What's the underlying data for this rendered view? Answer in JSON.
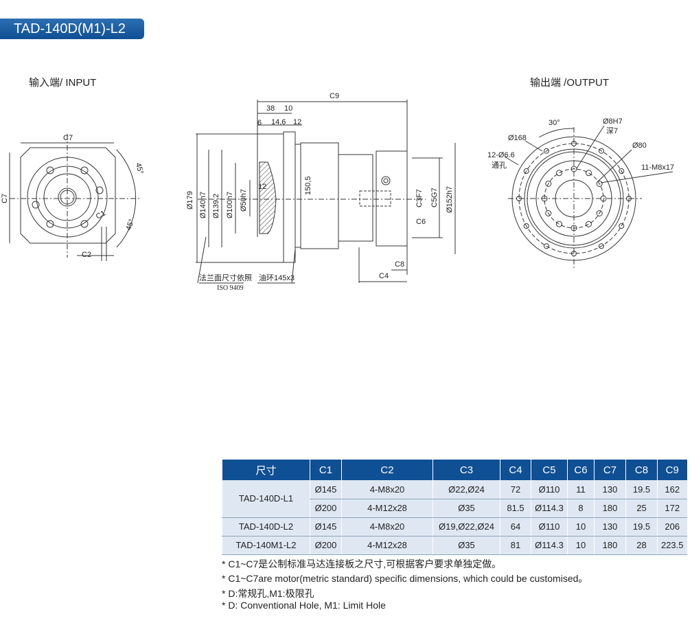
{
  "title": "TAD-140D(M1)-L2",
  "input": {
    "heading": "输入端/ INPUT",
    "labels": {
      "c7_top": "C7",
      "c7_side": "C7",
      "c1": "C1",
      "c2": "C2",
      "angle1": "45°",
      "angle2": "45°"
    }
  },
  "output": {
    "heading": "输出端 /OUTPUT",
    "labels": {
      "angle": "30°",
      "pin": "Ø8H7",
      "pin_depth": "深7",
      "pcd": "Ø168",
      "holes": "12-Ø6.6",
      "holes_note": "通孔",
      "bore": "Ø80",
      "tapped": "11-M8x17"
    }
  },
  "side": {
    "labels": {
      "c9": "C9",
      "d38": "38",
      "d10": "10",
      "d6": "6",
      "d146": "14,6",
      "d12": "12",
      "d179": "Ø179",
      "d140": "Ø140h7",
      "d1392": "Ø139,2",
      "d100": "Ø100h7",
      "d50": "Ø50h7",
      "d12b": "12",
      "d1505": "150,5",
      "c3": "C3F7",
      "c5": "C5G7",
      "d152": "Ø152h7",
      "c6": "C6",
      "c8": "C8",
      "c4": "C4",
      "flange_note": "法兰面尺寸依照",
      "iso": "ISO 9409",
      "oring": "油环145x3"
    }
  },
  "table": {
    "headers": [
      "尺寸",
      "C1",
      "C2",
      "C3",
      "C4",
      "C5",
      "C6",
      "C7",
      "C8",
      "C9"
    ],
    "rows": [
      {
        "model": "TAD-140D-L1",
        "cells": [
          "Ø145",
          "4-M8x20",
          "Ø22,Ø24",
          "72",
          "Ø110",
          "11",
          "130",
          "19.5",
          "162"
        ]
      },
      {
        "model": "",
        "cells": [
          "Ø200",
          "4-M12x28",
          "Ø35",
          "81.5",
          "Ø114.3",
          "8",
          "180",
          "25",
          "172"
        ]
      },
      {
        "model": "TAD-140D-L2",
        "cells": [
          "Ø145",
          "4-M8x20",
          "Ø19,Ø22,Ø24",
          "64",
          "Ø110",
          "10",
          "130",
          "19.5",
          "206"
        ]
      },
      {
        "model": "TAD-140M1-L2",
        "cells": [
          "Ø200",
          "4-M12x28",
          "Ø35",
          "81",
          "Ø114.3",
          "10",
          "180",
          "28",
          "223.5"
        ]
      }
    ]
  },
  "notes": [
    "* C1~C7是公制标准马达连接板之尺寸,可根据客户要求单独定做。",
    "* C1~C7are motor(metric standard)  specific dimensions, which could be customised。",
    "* D:常规孔,M1:极限孔",
    "* D: Conventional Hole, M1: Limit Hole"
  ],
  "colors": {
    "header": "#0f4f93",
    "row": "#dfe8f2"
  }
}
